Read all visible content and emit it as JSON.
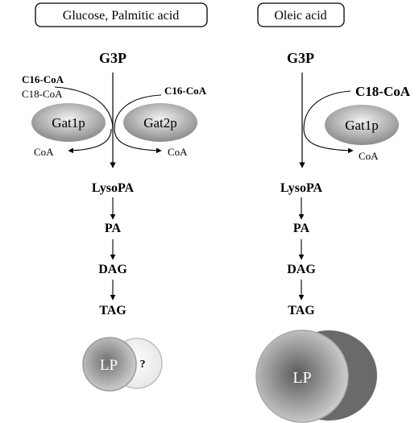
{
  "panels": {
    "left": {
      "condition": "Glucose, Palmitic acid",
      "substrate": "G3P",
      "acyl_donors_left": [
        "C16-CoA",
        "C18-CoA"
      ],
      "acyl_donor_right": "C16-CoA",
      "enzyme_left": "Gat1p",
      "enzyme_right": "Gat2p",
      "coa_left": "CoA",
      "coa_right": "CoA",
      "pathway": [
        "LysoPA",
        "PA",
        "DAG",
        "TAG"
      ],
      "droplet_label": "LP",
      "unknown_label": "?"
    },
    "right": {
      "condition": "Oleic acid",
      "substrate": "G3P",
      "acyl_donor": "C18-CoA",
      "enzyme": "Gat1p",
      "coa": "CoA",
      "pathway": [
        "LysoPA",
        "PA",
        "DAG",
        "TAG"
      ],
      "droplet_label": "LP"
    }
  }
}
